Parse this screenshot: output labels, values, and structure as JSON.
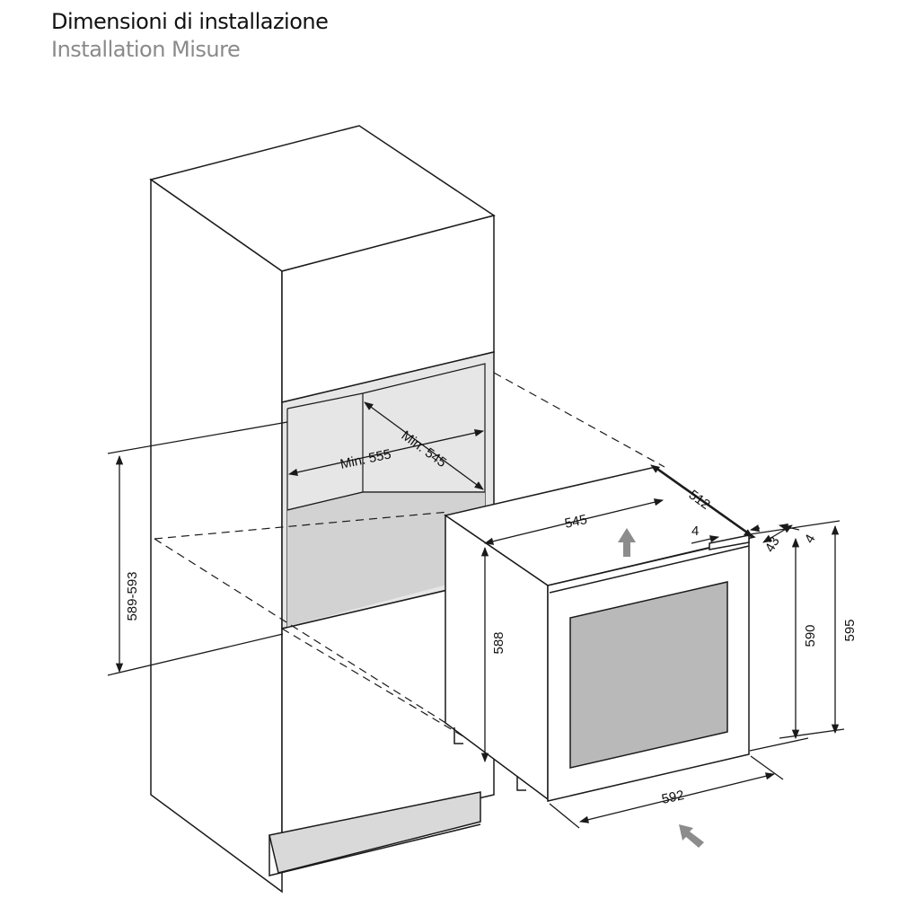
{
  "header": {
    "title": "Dimensioni di installazione",
    "subtitle": "Installation Misure"
  },
  "dimensions": {
    "niche_width_min": "Min. 555",
    "niche_depth_min": "Min. 545",
    "niche_height": "589-593",
    "appliance_top_width": "545",
    "appliance_depth": "512",
    "appliance_side_height": "588",
    "front_gap": "4",
    "front_gap_small": "4",
    "door_thickness": "43",
    "front_height": "590",
    "total_height": "595",
    "front_width": "592"
  },
  "colors": {
    "line": "#1a1a1a",
    "niche_fill": "#e6e6e6",
    "glass_fill": "#b9b9b9",
    "arrow": "#8c8c8c"
  },
  "icons": {
    "airflow_up": "arrow-up-icon",
    "airflow_in": "arrow-diagonal-icon"
  }
}
